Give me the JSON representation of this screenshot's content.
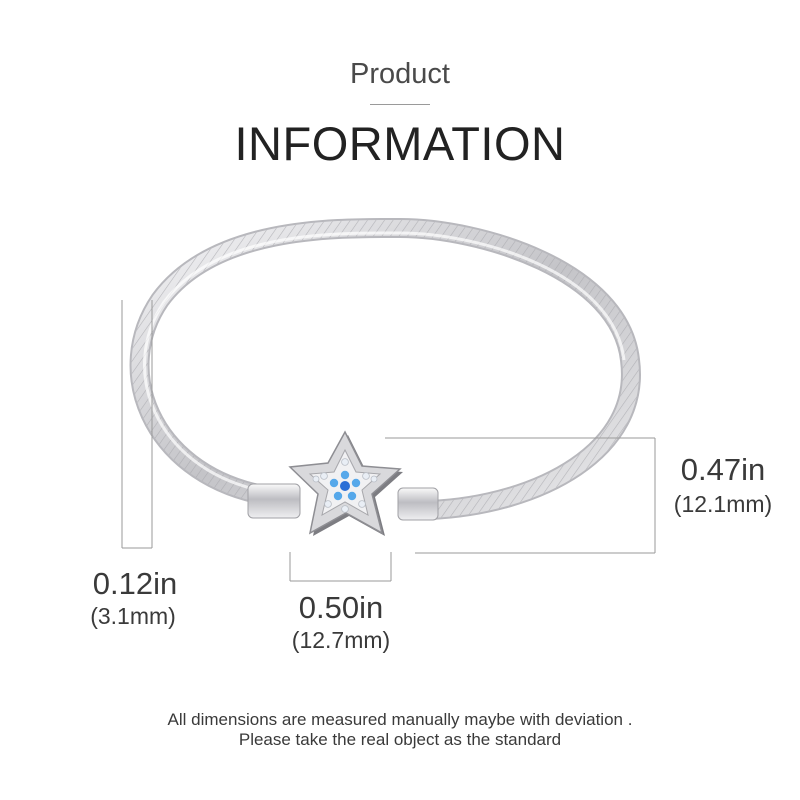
{
  "heading": {
    "subtitle": "Product",
    "title": "INFORMATION"
  },
  "dimensions": {
    "height": {
      "inches": "0.47in",
      "mm": "(12.1mm)"
    },
    "width": {
      "inches": "0.50in",
      "mm": "(12.7mm)"
    },
    "thickness": {
      "inches": "0.12in",
      "mm": "(3.1mm)"
    }
  },
  "footer": {
    "line1": "All dimensions are measured manually maybe with deviation .",
    "line2": "Please take the real object as the standard"
  },
  "colors": {
    "silver": "#c9c9cc",
    "guide": "#9a9a9a",
    "stone_blue": "#2b6fd6",
    "stone_light_blue": "#56a8ea"
  }
}
